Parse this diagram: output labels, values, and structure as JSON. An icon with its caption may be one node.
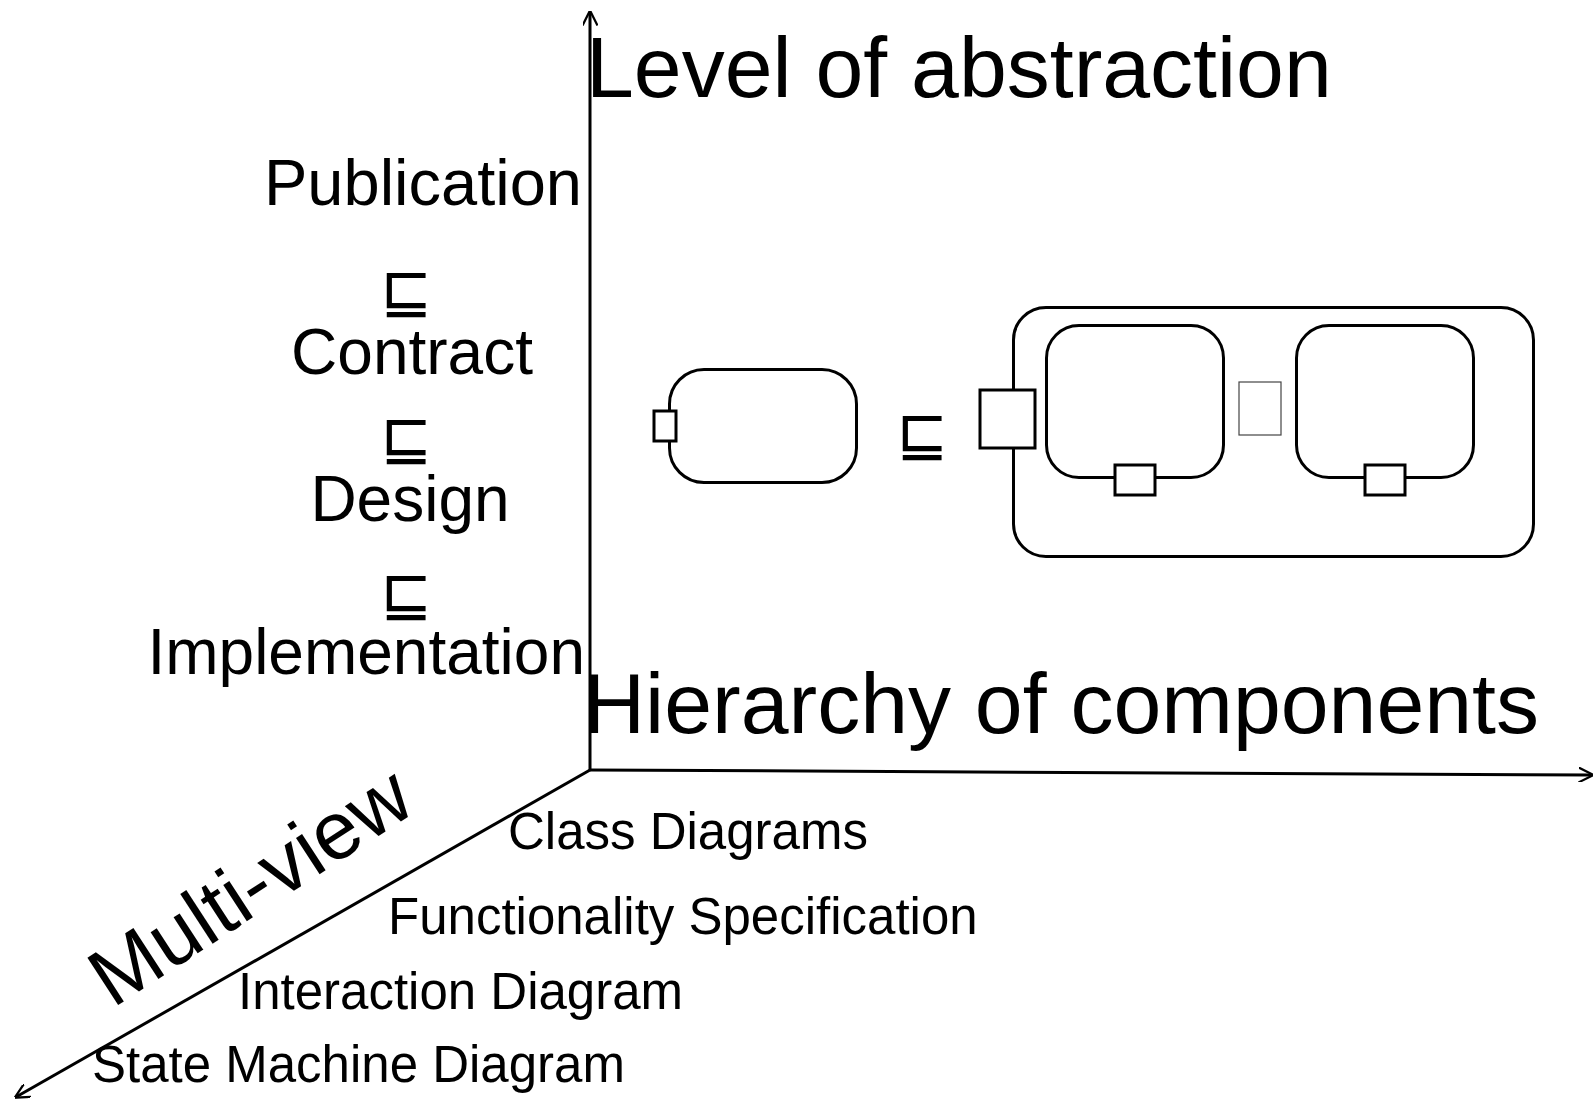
{
  "diagram": {
    "nodes": [
      {
        "text": [],
        "shape": "box"
      },
      {
        "text": [],
        "shape": "box"
      },
      {
        "text": [],
        "shape": "box",
        "in": 1
      },
      {
        "text": [],
        "shape": "box",
        "in": 1
      }
    ],
    "labels": [
      "Level of abstraction",
      "Publication",
      "⊑",
      "Contract",
      "⊑",
      "Design",
      "⊑",
      "Implementation",
      "⊑",
      "Hierarchy of components",
      "Multi-view",
      "Class Diagrams",
      "Functionality Specification",
      "Interaction Diagram",
      "State Machine Diagram"
    ]
  }
}
